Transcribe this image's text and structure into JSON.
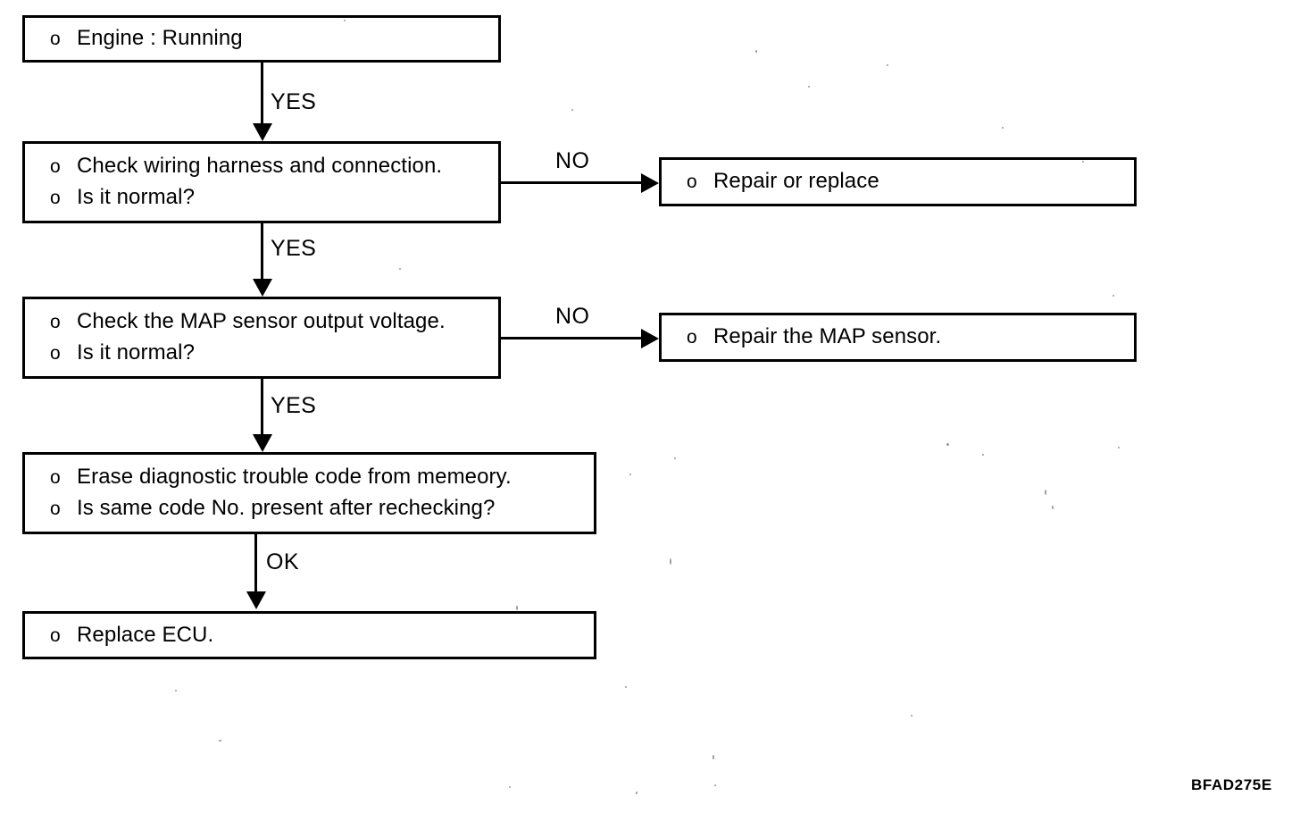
{
  "diagram": {
    "title": "MAP sensor diagnostic trouble-shooting flowchart",
    "figure_code": "BFAD275E",
    "bullet_glyph": "o",
    "line_color": "#000000",
    "background_color": "#ffffff",
    "nodes": [
      {
        "id": "engine-running",
        "lines": [
          "Engine : Running"
        ]
      },
      {
        "id": "check-wiring",
        "lines": [
          "Check wiring harness and connection.",
          "Is it normal?"
        ]
      },
      {
        "id": "repair-or-replace",
        "lines": [
          "Repair or replace"
        ]
      },
      {
        "id": "check-map-voltage",
        "lines": [
          "Check the MAP sensor output voltage.",
          "Is it normal?"
        ]
      },
      {
        "id": "repair-map-sensor",
        "lines": [
          "Repair the MAP sensor."
        ]
      },
      {
        "id": "erase-dtc",
        "lines": [
          "Erase diagnostic trouble code from memeory.",
          "Is same code No. present after rechecking?"
        ]
      },
      {
        "id": "replace-ecu",
        "lines": [
          "Replace ECU."
        ]
      }
    ],
    "edges": [
      {
        "id": "engine-to-wiring",
        "label": "YES",
        "direction": "down"
      },
      {
        "id": "wiring-to-repair",
        "label": "NO",
        "direction": "right"
      },
      {
        "id": "wiring-to-map",
        "label": "YES",
        "direction": "down"
      },
      {
        "id": "map-to-repair-sensor",
        "label": "NO",
        "direction": "right"
      },
      {
        "id": "map-to-erase",
        "label": "YES",
        "direction": "down"
      },
      {
        "id": "erase-to-replace-ecu",
        "label": "OK",
        "direction": "down"
      }
    ]
  }
}
